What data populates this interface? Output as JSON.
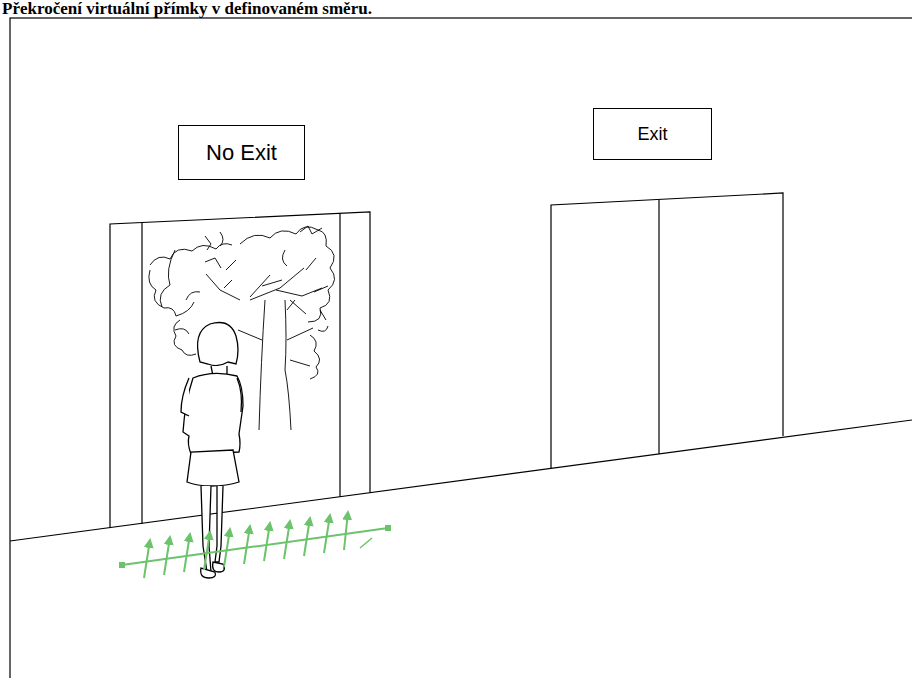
{
  "diagram": {
    "title": "Překročení virtuální přímky v definovaném směru.",
    "nodes": [
      {
        "text": [
          "No Exit"
        ]
      },
      {
        "text": [
          "Exit"
        ]
      }
    ]
  }
}
